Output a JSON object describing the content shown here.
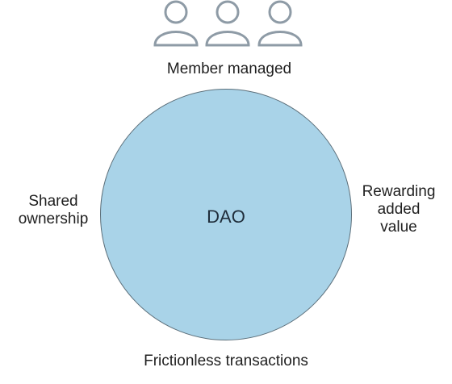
{
  "center_label": "DAO",
  "top_label": "Member managed",
  "bottom_label": "Frictionless transactions",
  "left_label": [
    "Shared",
    "ownership"
  ],
  "right_label": [
    "Rewarding",
    "added",
    "value"
  ],
  "icons": [
    "person-icon",
    "person-icon",
    "person-icon"
  ],
  "colors": {
    "circle_fill": "#a9d3e8",
    "circle_stroke": "#5c6f7a",
    "icon_stroke": "#8e9ba6",
    "text": "#1f1f1f"
  }
}
